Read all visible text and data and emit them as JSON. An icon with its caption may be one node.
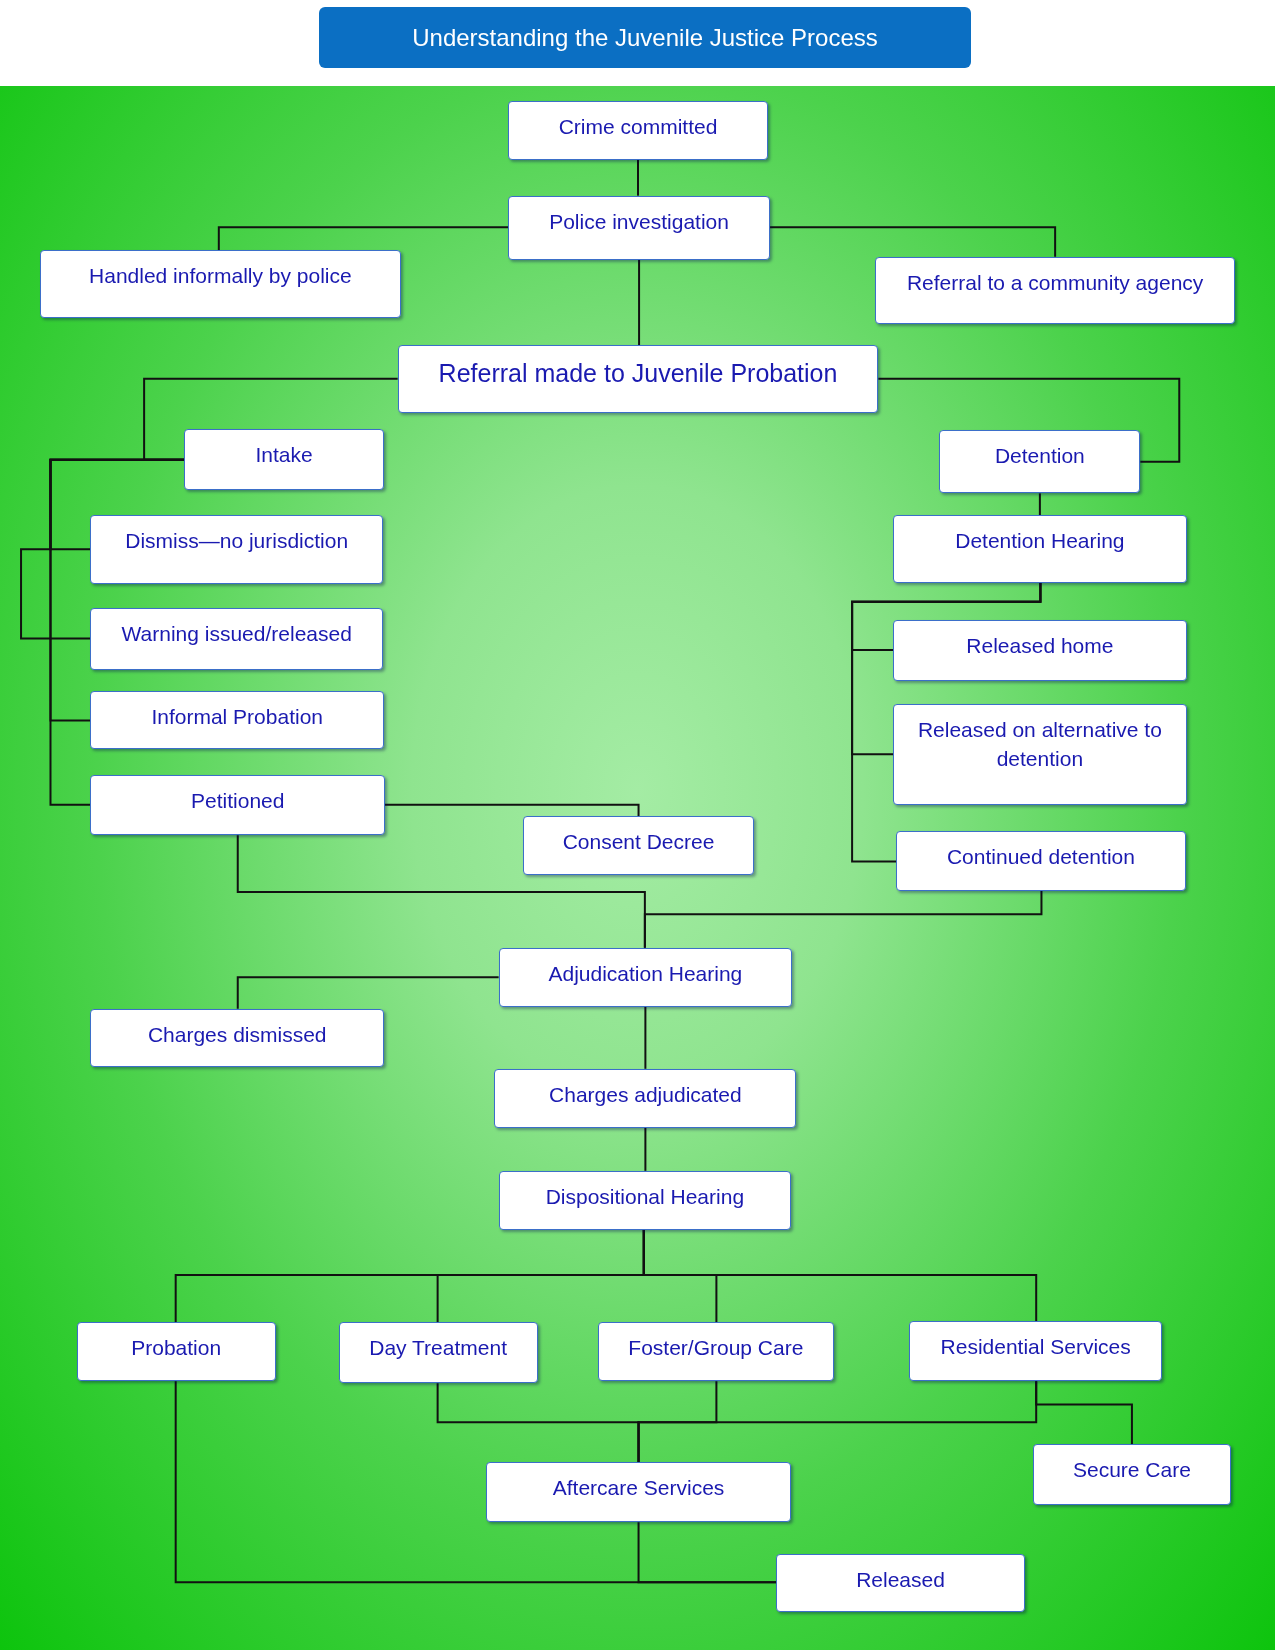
{
  "diagram": {
    "title": "Understanding the Juvenile Justice Process",
    "nodes": [
      {
        "text": [
          "Crime committed"
        ]
      },
      {
        "text": [
          "Police investigation"
        ]
      },
      {
        "text": [
          "Handled informally by police"
        ]
      },
      {
        "text": [
          "Referral to a community agency"
        ]
      },
      {
        "text": [
          "Referral made to Juvenile Probation"
        ]
      },
      {
        "text": [
          "Intake"
        ]
      },
      {
        "text": [
          "Dismiss—no jurisdiction"
        ]
      },
      {
        "text": [
          "Warning issued/released"
        ]
      },
      {
        "text": [
          "Informal Probation"
        ]
      },
      {
        "text": [
          "Petitioned"
        ]
      },
      {
        "text": [
          "Consent Decree"
        ]
      },
      {
        "text": [
          "Detention"
        ]
      },
      {
        "text": [
          "Detention Hearing"
        ]
      },
      {
        "text": [
          "Released home"
        ]
      },
      {
        "text": [
          "Released on alternative to detention"
        ]
      },
      {
        "text": [
          "Continued detention"
        ]
      },
      {
        "text": [
          "Adjudication Hearing"
        ]
      },
      {
        "text": [
          "Charges dismissed"
        ]
      },
      {
        "text": [
          "Charges adjudicated"
        ]
      },
      {
        "text": [
          "Dispositional Hearing"
        ]
      },
      {
        "text": [
          "Probation"
        ]
      },
      {
        "text": [
          "Day Treatment"
        ]
      },
      {
        "text": [
          "Foster/Group Care"
        ]
      },
      {
        "text": [
          "Residential Services"
        ]
      },
      {
        "text": [
          "Secure Care"
        ]
      },
      {
        "text": [
          "Aftercare Services"
        ]
      },
      {
        "text": [
          "Released"
        ]
      }
    ],
    "edges": [
      {
        "from": 0,
        "to": 1,
        "arrow": "none"
      },
      {
        "from": 1,
        "to": 2,
        "arrow": "none"
      },
      {
        "from": 1,
        "to": 3,
        "arrow": "none"
      },
      {
        "from": 1,
        "to": 4,
        "arrow": "none"
      },
      {
        "from": 4,
        "to": 5,
        "arrow": "none"
      },
      {
        "from": 5,
        "to": 6,
        "arrow": "none"
      },
      {
        "from": 5,
        "to": 7,
        "arrow": "none"
      },
      {
        "from": 5,
        "to": 8,
        "arrow": "none"
      },
      {
        "from": 5,
        "to": 9,
        "arrow": "none"
      },
      {
        "from": 9,
        "to": 10,
        "arrow": "none"
      },
      {
        "from": 4,
        "to": 11,
        "arrow": "none"
      },
      {
        "from": 11,
        "to": 12,
        "arrow": "none"
      },
      {
        "from": 12,
        "to": 13,
        "arrow": "none"
      },
      {
        "from": 12,
        "to": 14,
        "arrow": "none"
      },
      {
        "from": 12,
        "to": 15,
        "arrow": "none"
      },
      {
        "from": 9,
        "to": 16,
        "arrow": "none"
      },
      {
        "from": 15,
        "to": 16,
        "arrow": "none"
      },
      {
        "from": 16,
        "to": 17,
        "arrow": "none"
      },
      {
        "from": 16,
        "to": 18,
        "arrow": "none"
      },
      {
        "from": 18,
        "to": 19,
        "arrow": "none"
      },
      {
        "from": 19,
        "to": 20,
        "arrow": "none"
      },
      {
        "from": 19,
        "to": 21,
        "arrow": "none"
      },
      {
        "from": 19,
        "to": 22,
        "arrow": "none"
      },
      {
        "from": 19,
        "to": 23,
        "arrow": "none"
      },
      {
        "from": 21,
        "to": 25,
        "arrow": "none"
      },
      {
        "from": 22,
        "to": 25,
        "arrow": "none"
      },
      {
        "from": 23,
        "to": 25,
        "arrow": "none"
      },
      {
        "from": 23,
        "to": 24,
        "arrow": "none"
      },
      {
        "from": 20,
        "to": 26,
        "arrow": "none"
      },
      {
        "from": 25,
        "to": 26,
        "arrow": "none"
      }
    ]
  }
}
